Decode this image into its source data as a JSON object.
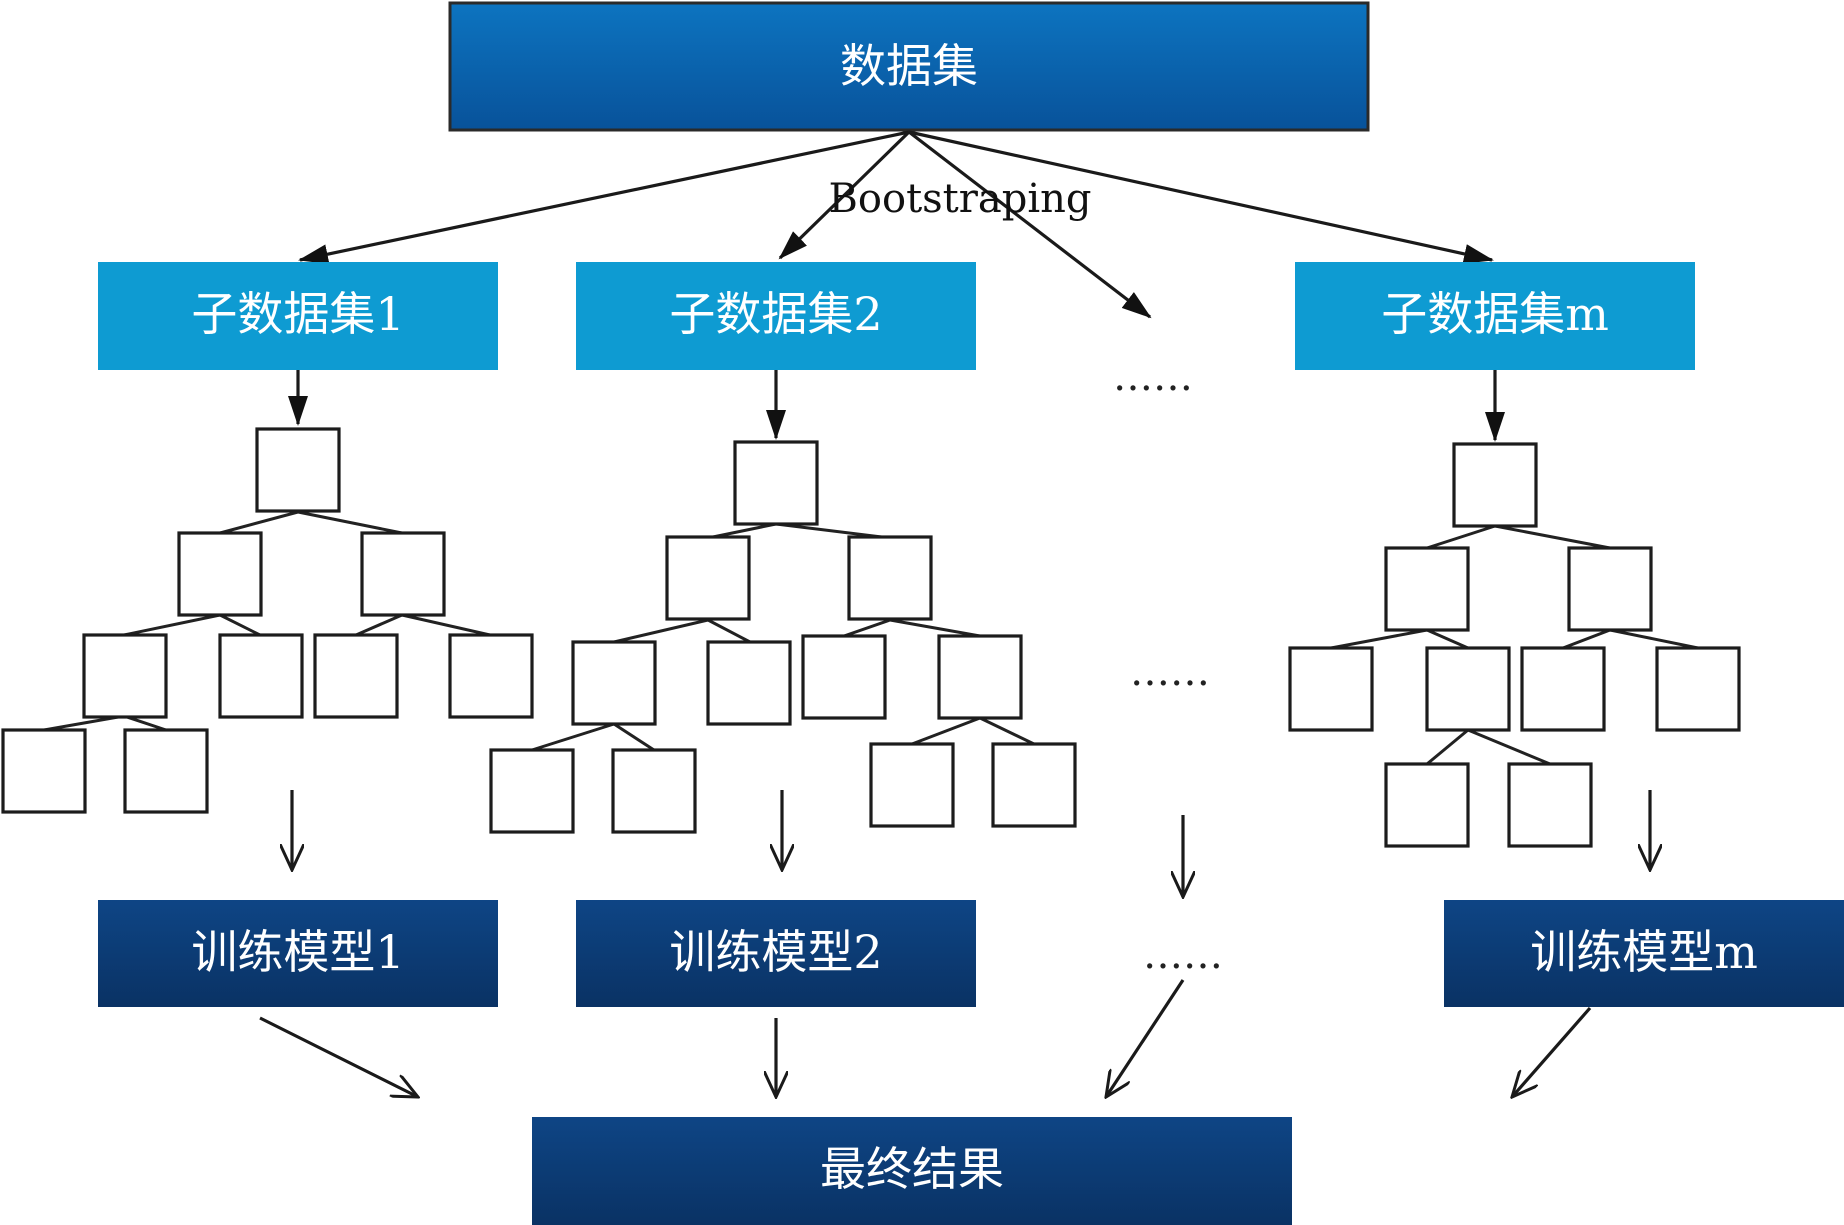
{
  "dataset": {
    "label": "数据集"
  },
  "method": {
    "label": "Bootstraping"
  },
  "subsets": [
    {
      "label": "子数据集1"
    },
    {
      "label": "子数据集2"
    },
    {
      "label": "子数据集m"
    }
  ],
  "models": [
    {
      "label": "训练模型1"
    },
    {
      "label": "训练模型2"
    },
    {
      "label": "训练模型m"
    }
  ],
  "final": {
    "label": "最终结果"
  },
  "ellipsis": "……",
  "colors": {
    "dataset": "#0a5fa4",
    "subset": "#0e9bd2",
    "model": "#0c3a73",
    "final": "#0c3a73",
    "stroke": "#1c1c1c"
  }
}
